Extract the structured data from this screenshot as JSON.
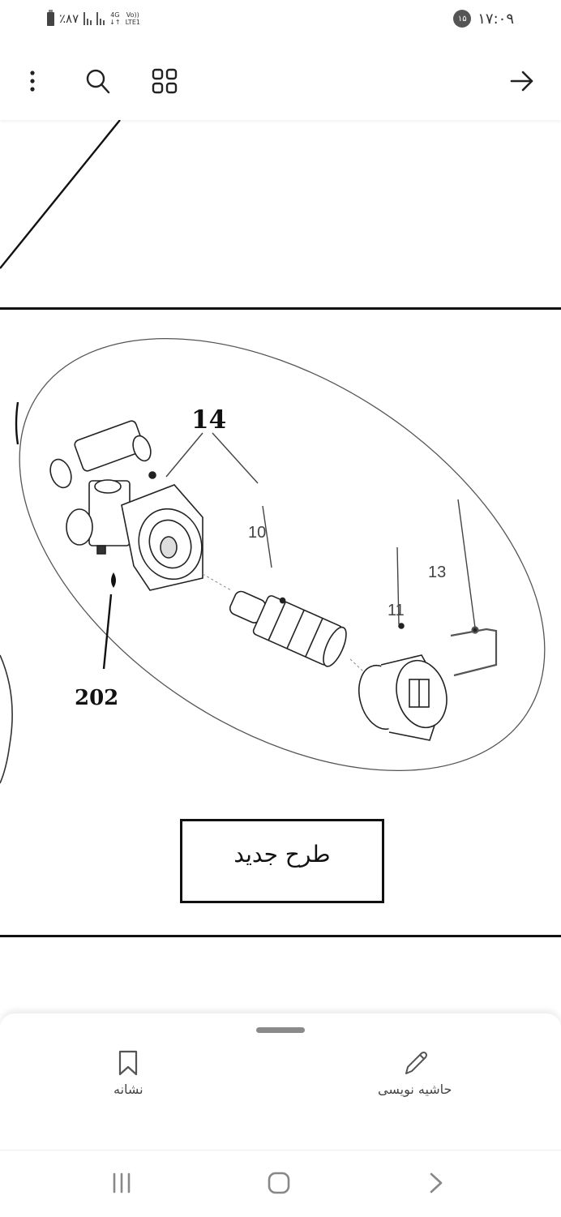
{
  "status_bar": {
    "battery": "٪۸۷",
    "network_type": "4G",
    "network_sub": "LTE1",
    "volte": "Vo))",
    "notification_count": "۱۵",
    "time": "۱۷:۰۹"
  },
  "toolbar": {
    "more_icon": "vertical-dots-icon",
    "search_icon": "search-icon",
    "grid_icon": "grid-icon",
    "back_icon": "arrow-right-icon"
  },
  "document": {
    "callouts": {
      "c14": "14",
      "c10": "10",
      "c13": "13",
      "c11": "11",
      "c202": "202"
    },
    "caption": "طرح جدید"
  },
  "bottom_sheet": {
    "bookmark_label": "نشانه",
    "annotate_label": "حاشیه نویسی"
  },
  "nav_bar": {
    "recents": "recents-icon",
    "home": "home-icon",
    "back": "back-chevron-icon"
  },
  "colors": {
    "icon_dark": "#222222",
    "icon_gray": "#8a8a8a",
    "line": "#111111"
  }
}
